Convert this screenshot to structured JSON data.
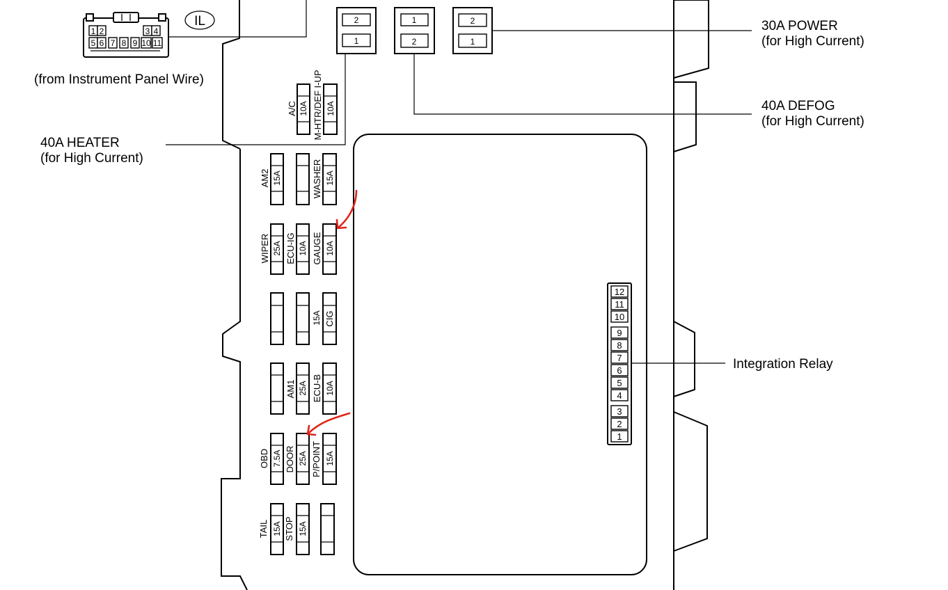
{
  "connector": {
    "code": "IL",
    "top_pins": [
      "1",
      "2",
      "3",
      "4"
    ],
    "bottom_pins": [
      "5",
      "6",
      "7",
      "8",
      "9",
      "10",
      "11"
    ],
    "caption": "(from Instrument Panel Wire)"
  },
  "relays": {
    "r30": {
      "top": "2",
      "bottom": "1"
    },
    "r40defog": {
      "top": "1",
      "bottom": "2"
    },
    "r40heater": {
      "top": "2",
      "bottom": "1"
    }
  },
  "callouts": {
    "power_30a": {
      "line1": "30A POWER",
      "line2": "(for High Current)"
    },
    "defog_40a": {
      "line1": "40A DEFOG",
      "line2": "(for High Current)"
    },
    "heater_40a": {
      "line1": "40A HEATER",
      "line2": "(for High Current)"
    },
    "integration_relay": "Integration Relay"
  },
  "fuses": {
    "ac": {
      "name": "A/C",
      "rating": "10A"
    },
    "mhtr": {
      "name": "M-HTR/DEF I-UP",
      "rating": "10A"
    },
    "am2": {
      "name": "AM2",
      "rating": "15A"
    },
    "washer": {
      "name": "WASHER",
      "rating": "15A"
    },
    "wiper": {
      "name": "WIPER",
      "rating": "25A"
    },
    "ecu_ig": {
      "name": "ECU-IG",
      "rating": "10A"
    },
    "gauge": {
      "name": "GAUGE",
      "rating": "10A"
    },
    "cig": {
      "name": "CIG",
      "rating": "15A"
    },
    "am1": {
      "name": "AM1",
      "rating": "25A"
    },
    "ecu_b": {
      "name": "ECU-B",
      "rating": "10A"
    },
    "obd": {
      "name": "OBD",
      "rating": "7.5A"
    },
    "door": {
      "name": "DOOR",
      "rating": "25A"
    },
    "ppoint": {
      "name": "P/POINT",
      "rating": "15A"
    },
    "tail": {
      "name": "TAIL",
      "rating": "15A"
    },
    "stop": {
      "name": "STOP",
      "rating": "15A"
    }
  },
  "integration_relay_pins": [
    "12",
    "11",
    "10",
    "9",
    "8",
    "7",
    "6",
    "5",
    "4",
    "3",
    "2",
    "1"
  ],
  "colors": {
    "line": "#000000",
    "annotation_arrow": "#e0241b",
    "background": "#ffffff"
  }
}
